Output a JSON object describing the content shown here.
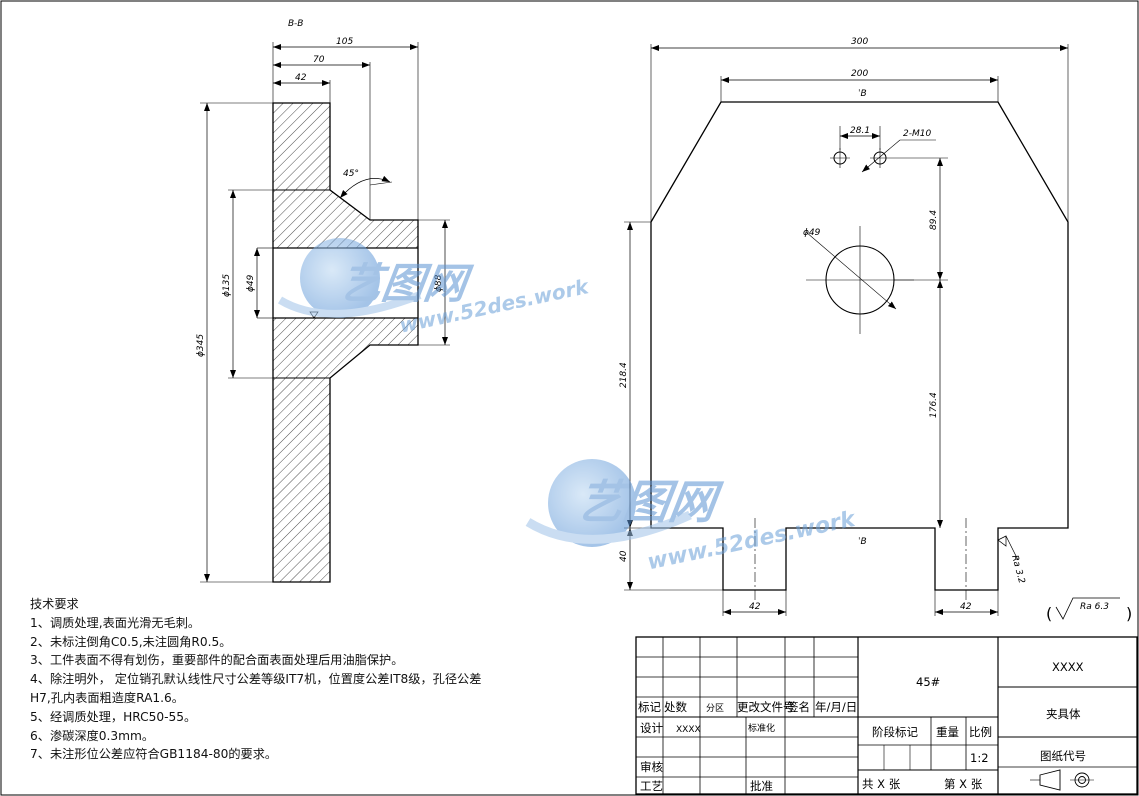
{
  "section_label": "B-B",
  "left_view": {
    "dims": {
      "d105": "105",
      "d70": "70",
      "d42": "42",
      "angle": "45°",
      "phi345": "ϕ345",
      "phi135": "ϕ135",
      "phi49": "ϕ49",
      "phi88": "ϕ88"
    }
  },
  "right_view": {
    "dims": {
      "d300": "300",
      "d200": "200",
      "section_mark": "B",
      "d28_1": "28.1",
      "holes": "2-M10",
      "phi49": "ϕ49",
      "d89_4": "89.4",
      "d218_4": "218.4",
      "d176_4": "176.4",
      "d40": "40",
      "d42_left": "42",
      "d42_right": "42",
      "ra32": "Ra 3.2"
    },
    "roughness_note": "Ra 6.3"
  },
  "tech_requirements": {
    "title": "技术要求",
    "items": [
      "1、调质处理,表面光滑无毛刺。",
      "2、未标注倒角C0.5,未注圆角R0.5。",
      "3、工件表面不得有划伤，重要部件的配合面表面处理后用油脂保护。",
      "4、除注明外， 定位销孔默认线性尺寸公差等级IT7机，位置度公差IT8级，孔径公差",
      "H7,孔内表面粗造度RA1.6。",
      "5、经调质处理，HRC50-55。",
      "6、渗碳深度0.3mm。",
      "7、未注形位公差应符合GB1184-80的要求。"
    ]
  },
  "title_block": {
    "row_labels": {
      "mark": "标记",
      "count": "处数",
      "zone": "分区",
      "change_doc": "更改文件号",
      "sign": "签名",
      "date": "年/月/日"
    },
    "design_label": "设计",
    "design_value": "XXXX",
    "standardize": "标准化",
    "review": "审核",
    "process": "工艺",
    "approve": "批准",
    "material": "45#",
    "stage_mark": "阶段标记",
    "weight": "重量",
    "scale_label": "比例",
    "scale_value": "1:2",
    "sheets_total": "共 X 张",
    "sheet_no": "第 X 张",
    "company": "XXXX",
    "part_name": "夹具体",
    "drawing_code": "图纸代号"
  },
  "watermark": {
    "cn": "艺图网",
    "url": "www.52des.work"
  }
}
